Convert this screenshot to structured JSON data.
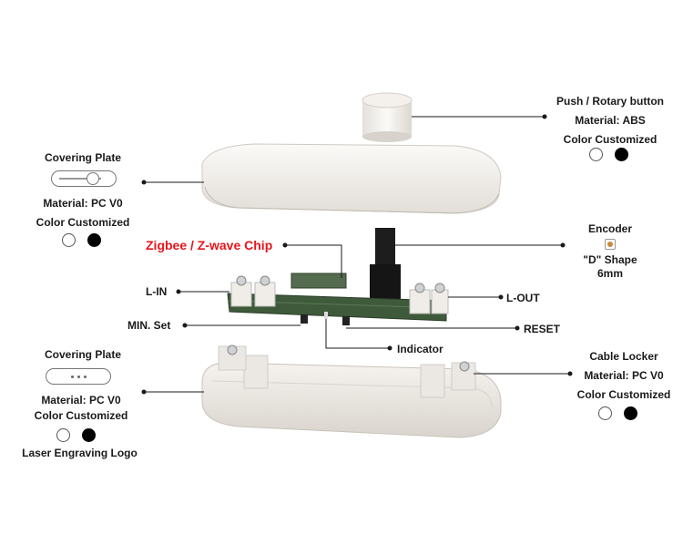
{
  "callouts": {
    "button": {
      "title": "Push / Rotary button",
      "material": "Material: ABS",
      "color": "Color Customized"
    },
    "top_plate": {
      "title": "Covering Plate",
      "material": "Material: PC V0",
      "color": "Color Customized"
    },
    "encoder": {
      "title": "Encoder",
      "shape": "\"D\" Shape",
      "size": "6mm"
    },
    "chip": {
      "title": "Zigbee / Z-wave Chip"
    },
    "lin": {
      "title": "L-IN"
    },
    "lout": {
      "title": "L-OUT"
    },
    "minset": {
      "title": "MIN. Set"
    },
    "reset": {
      "title": "RESET"
    },
    "indicator": {
      "title": "Indicator"
    },
    "bottom_plate": {
      "title": "Covering Plate",
      "material": "Material: PC V0",
      "color": "Color Customized",
      "logo": "Laser Engraving Logo"
    },
    "cable_locker": {
      "title": "Cable Locker",
      "material": "Material: PC V0",
      "color": "Color Customized"
    }
  },
  "colors": {
    "swatch_white": "#ffffff",
    "swatch_black": "#000000",
    "chip_label": "#e8141c",
    "pcb": "#3e5a3a",
    "shell": "#f1eeea"
  }
}
